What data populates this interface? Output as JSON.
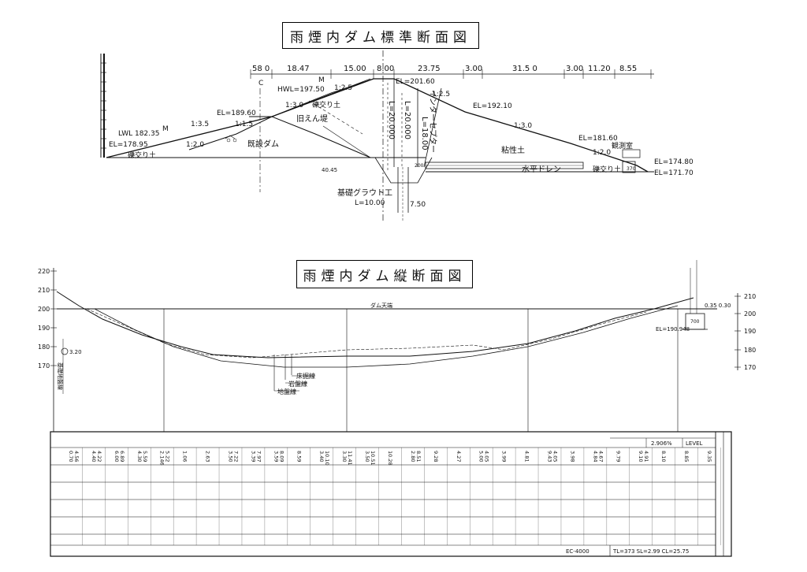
{
  "cross_section": {
    "title": "雨煙内ダム標準断面図",
    "dims_top": [
      "58 0",
      "18.47",
      "15.00",
      "8.00",
      "23.75",
      "3.00",
      "31.5 0",
      "3.00",
      "11.20",
      "8.55"
    ],
    "labels": {
      "el_crest": "EL=201.60",
      "hwl": "HWL=197.50",
      "el_18960": "EL=189.60",
      "lwl": "LWL 182.35",
      "el_17895": "EL=178.95",
      "el_19210": "EL=192.10",
      "el_18160": "EL=181.60",
      "el_17480": "EL=174.80",
      "el_17170": "EL=171.70",
      "slope_35": "1:3.5",
      "slope_20a": "1:2.0",
      "slope_15": "1:1.5",
      "slope_30a": "1:3.0",
      "slope_25a": "1:2.5",
      "slope_25b": "1:2.5",
      "slope_30b": "1:3.0",
      "slope_20b": "1:2.0",
      "soil_left": "礫交り土",
      "soil_top": "礫交り土",
      "soil_right": "礫交り土",
      "existing_dam": "既設ダム",
      "old_dike": "旧えん堤",
      "clay": "粘性土",
      "interceptor": "インターセプター",
      "drain": "水平ドレン",
      "grout": "基礎グラウト工",
      "grout_len": "L=10.00",
      "len_2000": "L=20.000",
      "len_1800": "L=18.00",
      "observation": "観測室",
      "small_4045": "40.45",
      "marker_m": "M",
      "marker_c": "C",
      "val_750": "7.50",
      "val_200": "200",
      "val_370": "370",
      "el_crest_top": "EL=201.60"
    }
  },
  "long_section": {
    "title": "雨煙内ダム縦断面図",
    "axis_left": [
      "220",
      "210",
      "200",
      "190",
      "180",
      "170"
    ],
    "axis_right": [
      "210",
      "200",
      "190",
      "180",
      "170"
    ],
    "dam_top_label": "ダム天端",
    "el_right": "EL=190.948",
    "legend": [
      "床掘線",
      "岩盤線",
      "地盤線"
    ],
    "left_marker": "3.20",
    "left_note": "基礎地盤線",
    "right_value": "0.35 0.30",
    "right_value2": "700"
  },
  "table": {
    "level_pct": "2.906%",
    "level_label": "LEVEL",
    "footer": [
      "EC-4000",
      "TL=373  SL=2.99  CL=25.75"
    ],
    "columns": [
      {
        "a": "0.70",
        "b": "4.56"
      },
      {
        "a": "4.40",
        "b": "4.22"
      },
      {
        "a": "6.00",
        "b": "6.89"
      },
      {
        "a": "4.30",
        "b": "5.59"
      },
      {
        "a": "2.146",
        "b": "5.22"
      },
      {
        "a": "1.06",
        "b": ""
      },
      {
        "a": "2.63",
        "b": ""
      },
      {
        "a": "3.50",
        "b": "7.22"
      },
      {
        "a": "3.39",
        "b": "7.97"
      },
      {
        "a": "3.59",
        "b": "8.09"
      },
      {
        "a": "8.59",
        "b": ""
      },
      {
        "a": "3.40",
        "b": "10.10"
      },
      {
        "a": "3.30",
        "b": "11.41"
      },
      {
        "a": "3.50",
        "b": "10.51"
      },
      {
        "a": "10.28",
        "b": ""
      },
      {
        "a": "2.80",
        "b": "8.51"
      },
      {
        "a": "9.28",
        "b": ""
      },
      {
        "a": "4.27",
        "b": ""
      },
      {
        "a": "5.00",
        "b": "4.05"
      },
      {
        "a": "3.99",
        "b": ""
      },
      {
        "a": "4.81",
        "b": ""
      },
      {
        "a": "9.43",
        "b": "4.05"
      },
      {
        "a": "3.98",
        "b": ""
      },
      {
        "a": "4.84",
        "b": "4.67"
      },
      {
        "a": "9.79",
        "b": ""
      },
      {
        "a": "9.10",
        "b": "4.91"
      },
      {
        "a": "8.10",
        "b": ""
      },
      {
        "a": "8.85",
        "b": ""
      },
      {
        "a": "9.35",
        "b": ""
      }
    ]
  }
}
